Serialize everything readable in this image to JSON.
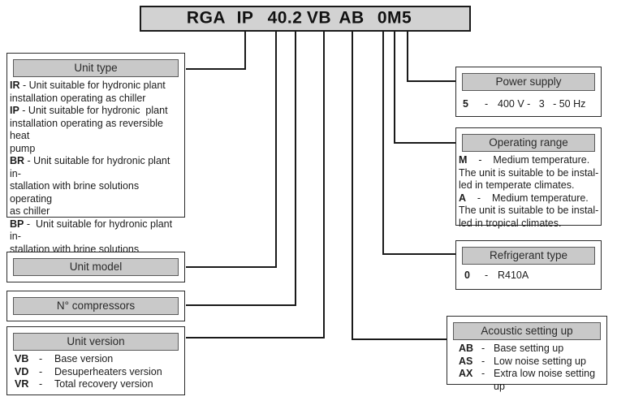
{
  "colors": {
    "title_fill": "#d2d2d2",
    "header_fill": "#c9c9c9",
    "line": "#1a1a1a"
  },
  "model_code": {
    "segments": [
      "RGA",
      "IP",
      "40.2",
      "VB",
      "AB",
      "0M5"
    ]
  },
  "unit_type": {
    "header": "Unit type",
    "items": [
      {
        "code": "IR",
        "text": " - Unit suitable for hydronic plant\ninstallation operating as chiller"
      },
      {
        "code": "IP",
        "text": " - Unit suitable for hydronic  plant\ninstallation operating as reversible heat\npump"
      },
      {
        "code": "BR",
        "text": " - Unit suitable for hydronic plant in-\nstallation with brine solutions operating\nas chiller"
      },
      {
        "code": "BP",
        "text": " -  Unit suitable for hydronic plant in-\nstallation with brine solutions operating\nas reversible heat pump"
      }
    ]
  },
  "unit_model": {
    "header": "Unit model"
  },
  "n_compressors": {
    "header": "N° compressors"
  },
  "unit_version": {
    "header": "Unit version",
    "items": [
      {
        "code": "VB",
        "sep": "-",
        "text": "Base version"
      },
      {
        "code": "VD",
        "sep": "-",
        "text": "Desuperheaters version"
      },
      {
        "code": "VR",
        "sep": "-",
        "text": "Total recovery version"
      }
    ]
  },
  "power_supply": {
    "header": "Power supply",
    "items": [
      {
        "code": "5",
        "sep": "-",
        "text": "400 V -   3   - 50 Hz"
      }
    ]
  },
  "operating_range": {
    "header": "Operating range",
    "items": [
      {
        "code": "M",
        "text": "    -    Medium temperature.\nThe unit is suitable to be instal-\nled in temperate climates."
      },
      {
        "code": "A",
        "text": "    -    Medium temperature.\nThe unit is suitable to be instal-\nled in tropical climates."
      }
    ]
  },
  "refrigerant_type": {
    "header": "Refrigerant type",
    "items": [
      {
        "code": "0",
        "sep": "-",
        "text": "R410A"
      }
    ]
  },
  "acoustic_setting": {
    "header": "Acoustic setting up",
    "items": [
      {
        "code": "AB",
        "sep": "-",
        "text": "Base setting up"
      },
      {
        "code": "AS",
        "sep": "-",
        "text": "Low noise setting up"
      },
      {
        "code": "AX",
        "sep": "-",
        "text": "Extra low noise setting up"
      }
    ]
  }
}
